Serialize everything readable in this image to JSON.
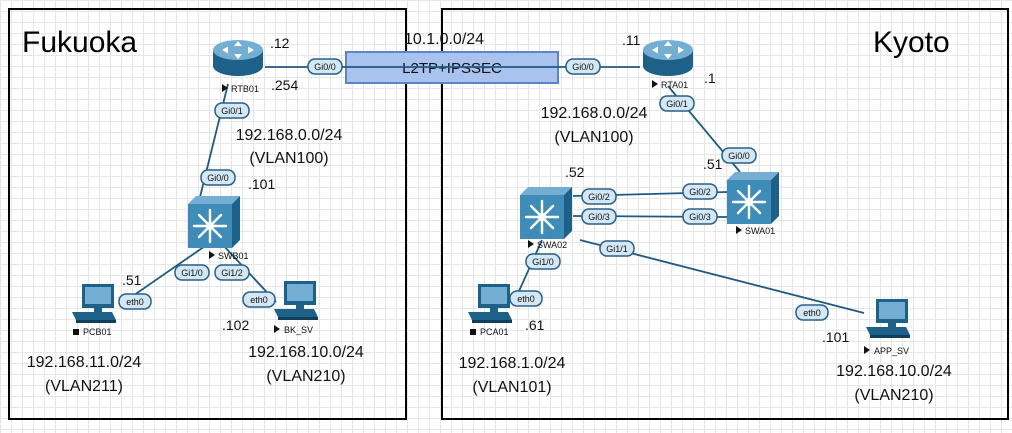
{
  "sites": {
    "left": {
      "name": "Fukuoka"
    },
    "right": {
      "name": "Kyoto"
    }
  },
  "wan": {
    "network": "10.1.0.0/24",
    "tunnel_label": "L2TP+IPSSEC"
  },
  "devices": {
    "rtb01": {
      "name": "RTB01",
      "type": "router",
      "addr_wan": ".12",
      "addr_lan": ".254"
    },
    "rta01": {
      "name": "RTA01",
      "type": "router",
      "addr_wan": ".11",
      "addr_lan": ".1"
    },
    "swb01": {
      "name": "SWB01",
      "type": "l3-switch",
      "addr": ".101"
    },
    "swa02": {
      "name": "SWA02",
      "type": "l3-switch",
      "addr": ".52"
    },
    "swa01": {
      "name": "SWA01",
      "type": "l3-switch",
      "addr": ".51"
    },
    "pcb01": {
      "name": "PCB01",
      "type": "pc",
      "addr": ".51"
    },
    "bk_sv": {
      "name": "BK_SV",
      "type": "server",
      "addr": ".102"
    },
    "pca01": {
      "name": "PCA01",
      "type": "pc",
      "addr": ".61"
    },
    "app_sv": {
      "name": "APP_SV",
      "type": "server",
      "addr": ".101"
    }
  },
  "interfaces": {
    "rtb01_wan": "Gi0/0",
    "rta01_wan": "Gi0/0",
    "rtb01_lan": "Gi0/1",
    "swb01_up": "Gi0/0",
    "swb01_pcb": "Gi1/0",
    "swb01_bk": "Gi1/2",
    "pcb01_eth": "eth0",
    "bk_eth": "eth0",
    "rta01_lan": "Gi0/1",
    "swa01_up": "Gi0/0",
    "swa02_g02": "Gi0/2",
    "swa02_g03": "Gi0/3",
    "swa01_g02": "Gi0/2",
    "swa01_g03": "Gi0/3",
    "swa02_g10": "Gi1/0",
    "swa02_g11": "Gi1/1",
    "pca01_eth": "eth0",
    "app_eth": "eth0"
  },
  "networks": {
    "fukuoka_mgmt": {
      "cidr": "192.168.0.0/24",
      "vlan": "(VLAN100)"
    },
    "fukuoka_pc": {
      "cidr": "192.168.11.0/24",
      "vlan": "(VLAN211)"
    },
    "fukuoka_sv": {
      "cidr": "192.168.10.0/24",
      "vlan": "(VLAN210)"
    },
    "kyoto_mgmt": {
      "cidr": "192.168.0.0/24",
      "vlan": "(VLAN100)"
    },
    "kyoto_pc": {
      "cidr": "192.168.1.0/24",
      "vlan": "(VLAN101)"
    },
    "kyoto_sv": {
      "cidr": "192.168.10.0/24",
      "vlan": "(VLAN210)"
    }
  },
  "colors": {
    "link": "#1f5a85",
    "device_dark": "#1d6088",
    "device_light": "#74afd3",
    "tunnel_fill": "#a9c3ee",
    "tunnel_stroke": "#5d82c7",
    "badge_fill": "#d3e7f5",
    "badge_stroke": "#2a5f86",
    "frame": "#000000"
  }
}
